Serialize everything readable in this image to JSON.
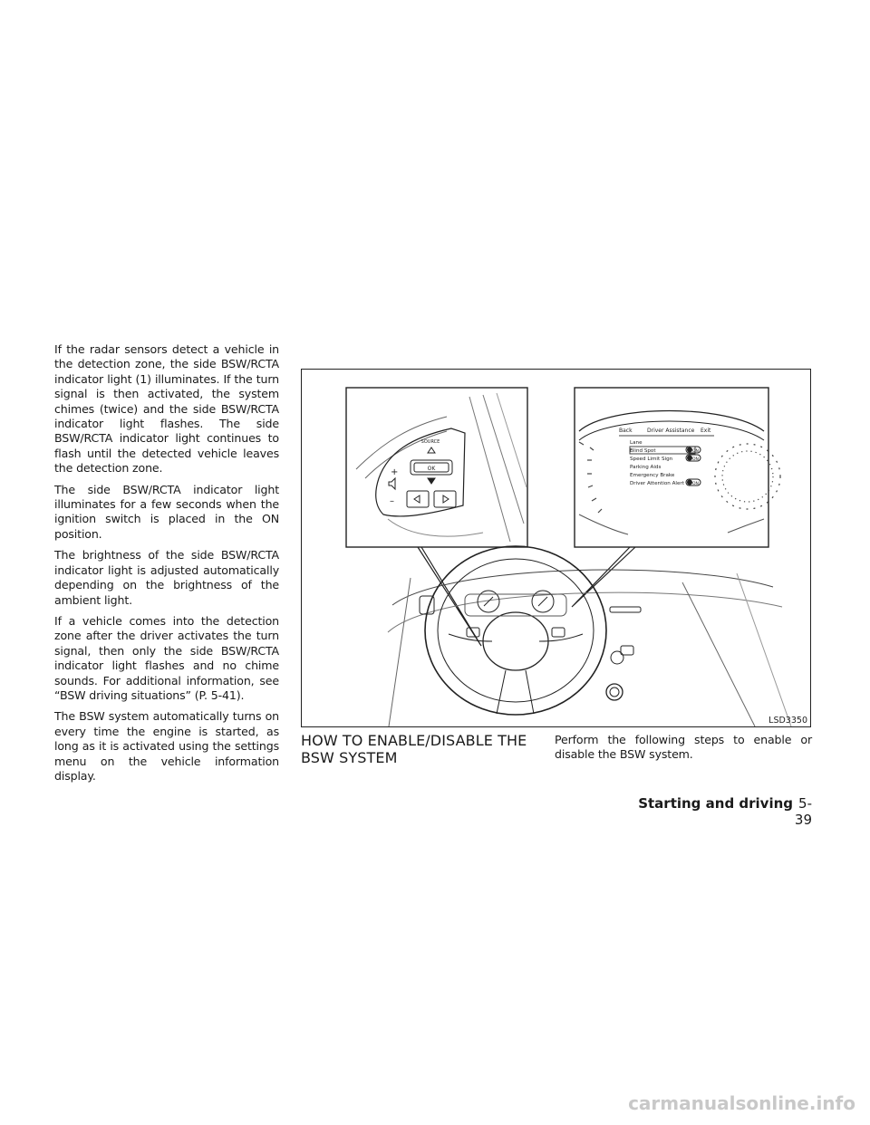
{
  "left_column": {
    "paragraphs": [
      "If the radar sensors detect a vehicle in the detection zone, the side BSW/RCTA indicator light (1) illuminates. If the turn signal is then activated, the system chimes (twice) and the side BSW/RCTA indicator light flashes. The side BSW/RCTA indicator light continues to flash until the detected vehicle leaves the detection zone.",
      "The side BSW/RCTA indicator light illuminates for a few seconds when the ignition switch is placed in the ON position.",
      "The brightness of the side BSW/RCTA indicator light is adjusted automatically depending on the brightness of the ambient light.",
      "If a vehicle comes into the detection zone after the driver activates the turn signal, then only the side BSW/RCTA indicator light flashes and no chime sounds. For additional information, see “BSW driving situations” (P. 5-41).",
      "The BSW system automatically turns on every time the engine is started, as long as it is activated using the settings menu on the vehicle information display."
    ]
  },
  "figure": {
    "code": "LSD3350",
    "switch_labels": {
      "source": "SOURCE",
      "ok": "OK",
      "plus": "+",
      "minus": "–"
    },
    "display": {
      "back": "Back",
      "title": "Driver Assistance",
      "exit": "Exit",
      "items": [
        {
          "label": "Lane",
          "state": ""
        },
        {
          "label": "Blind Spot",
          "state": "ON"
        },
        {
          "label": "Speed Limit Sign",
          "state": "ON"
        },
        {
          "label": "Parking Aids",
          "state": ""
        },
        {
          "label": "Emergency Brake",
          "state": ""
        },
        {
          "label": "Driver Attention Alert",
          "state": "ON"
        }
      ]
    }
  },
  "section": {
    "heading": "HOW TO ENABLE/DISABLE THE BSW SYSTEM",
    "intro": "Perform the following steps to enable or disable the BSW system."
  },
  "footer": {
    "section_name": "Starting and driving",
    "page": "5-39"
  },
  "watermark": "carmanualsonline.info"
}
